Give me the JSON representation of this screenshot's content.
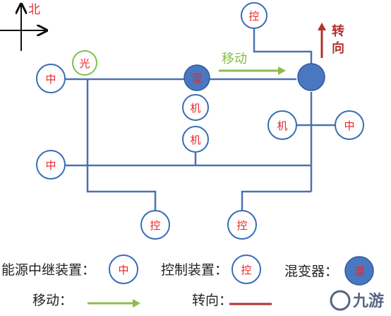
{
  "compass": {
    "north_label": "北"
  },
  "nodes": {
    "relay_symbol": "中",
    "control_symbol": "控",
    "machine_symbol": "机",
    "mixer_symbol": "混",
    "light_symbol": "光"
  },
  "annotations": {
    "move_label": "移动",
    "turn_label": "转向"
  },
  "legend": {
    "relay_label": "能源中继装置：",
    "relay_symbol": "中",
    "control_label": "控制装置：",
    "control_symbol": "控",
    "mixer_label": "混变器：",
    "mixer_symbol": "混",
    "move_label": "移动：",
    "turn_label": "转向："
  },
  "watermark": {
    "text": "九游"
  },
  "colors": {
    "line_blue": "#4a72b0",
    "node_border": "#3a6cb6",
    "node_text": "#e8262a",
    "mixer_fill": "#4a78c0",
    "light_border": "#7cc24a",
    "move_arrow": "#8bbd4c",
    "turn_arrow": "#b0332e"
  }
}
